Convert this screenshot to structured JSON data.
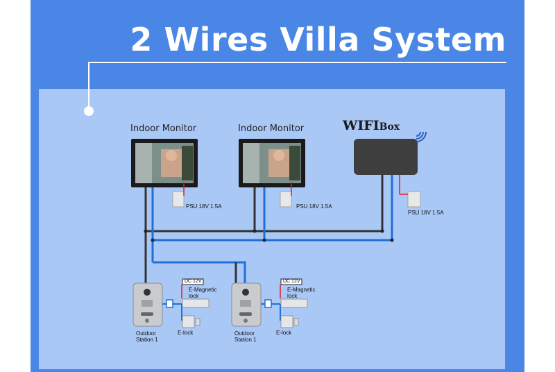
{
  "title": "2 Wires Villa System",
  "monitors": [
    {
      "label": "Indoor Monitor",
      "psu": "PSU 18V 1.5A"
    },
    {
      "label": "Indoor Monitor",
      "psu": "PSU 18V 1.5A"
    }
  ],
  "wifi_box": {
    "label_main": "WIFI",
    "label_sub": "Box",
    "psu": "PSU 18V 1.5A"
  },
  "outdoor": [
    {
      "label_line1": "Outdoor",
      "label_line2": "Station 1",
      "dc": "DC 12V",
      "maglock_line1": "E-Magnetic",
      "maglock_line2": "lock",
      "elock": "E-lock"
    },
    {
      "label_line1": "Outdoor",
      "label_line2": "Station 1",
      "dc": "DC 12V",
      "maglock_line1": "E-Magnetic",
      "maglock_line2": "lock",
      "elock": "E-lock"
    }
  ],
  "colors": {
    "frame": "#4a86e6",
    "panel": "#a9c8f6",
    "wire_blue": "#1f6fd8",
    "wire_dark": "#333333",
    "wire_red": "#e02020"
  }
}
